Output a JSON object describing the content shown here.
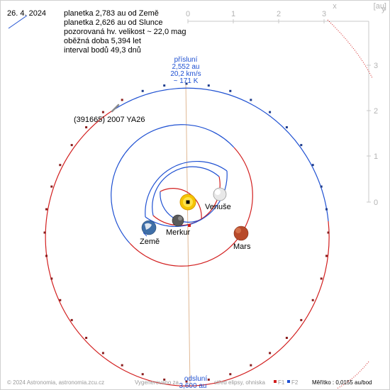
{
  "header": {
    "date": "26. 4. 2024",
    "info_lines": [
      "planetka 2,783 au od Země",
      "planetka 2,626 au od Slunce",
      "pozorovaná hv. velikost ~ 22,0 mag",
      "oběžná doba 5,394 let",
      "interval bodů 49,3 dnů"
    ]
  },
  "object": {
    "name": "(391665) 2007 YA26"
  },
  "perihelion": {
    "title": "přísluní",
    "distance": "2,552 au",
    "speed": "20,2 km/s",
    "temperature": "~ 171 K"
  },
  "aphelion": {
    "title": "odsluní",
    "distance": "3,600 au"
  },
  "planets": [
    {
      "name": "Venuše",
      "icon": "venus-icon"
    },
    {
      "name": "Merkur",
      "icon": "mercury-icon"
    },
    {
      "name": "Země",
      "icon": "earth-icon"
    },
    {
      "name": "Mars",
      "icon": "mars-icon"
    }
  ],
  "axes": {
    "unit": "[au]",
    "x_label": "x",
    "y_label": "y",
    "x_ticks": [
      "0",
      "1",
      "2",
      "3"
    ],
    "y_ticks": [
      "3",
      "2",
      "1",
      "0"
    ]
  },
  "footer": {
    "copyright": "© 2024 Astronomia, astronomia.zcu.cz",
    "generated": "Vygenerováno za",
    "center_note": "střed elipsy, ohniska",
    "f1": "F1",
    "f2": "F2",
    "scale": "Měřítko : 0,0155 au/bod"
  },
  "colors": {
    "orbit_above": "#1e50d2",
    "orbit_below": "#d21e1e",
    "axis": "#c8c8c8",
    "apsis_line": "#e0b894",
    "sun": "#f5c400"
  }
}
